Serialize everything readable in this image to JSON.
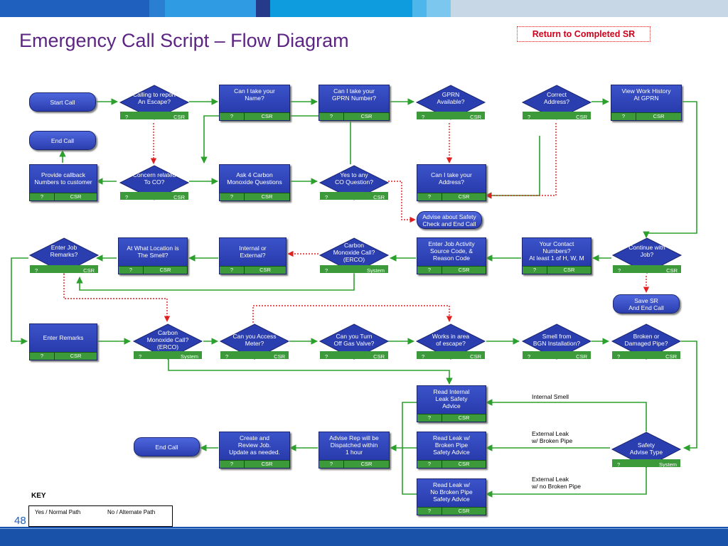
{
  "title": "Emergency Call Script – Flow Diagram",
  "return_button": "Return to Completed SR",
  "key": {
    "title": "KEY",
    "yes_label": "Yes / Normal Path",
    "no_label": "No / Alternate Path"
  },
  "page_number": "48",
  "colors": {
    "title": "#5c2483",
    "box": "#2a3cb0",
    "footer": "#3c9a3a",
    "normal_path": "#2ca02c",
    "alternate_path": "#e02020",
    "bottom_bar": "#1853a9"
  },
  "nodes": {
    "start_call": {
      "label": "Start Call"
    },
    "end_call_1": {
      "label": "End Call"
    },
    "calling_report_escape": {
      "label": "Calling to report\nAn Escape?",
      "q": "?",
      "role": "CSR"
    },
    "take_name": {
      "label": "Can I take your\nName?",
      "q": "?",
      "role": "CSR"
    },
    "take_gprn": {
      "label": "Can I take your\nGPRN Number?",
      "q": "?",
      "role": "CSR"
    },
    "gprn_available": {
      "label": "GPRN\nAvailable?",
      "q": "?",
      "role": "CSR"
    },
    "correct_address": {
      "label": "Correct\nAddress?",
      "q": "?",
      "role": "CSR"
    },
    "view_work_history": {
      "label": "View Work History\nAt  GPRN",
      "q": "?",
      "role": "CSR"
    },
    "provide_callback": {
      "label": "Provide  callback\nNumbers to customer",
      "q": "?",
      "role": "CSR"
    },
    "concern_co": {
      "label": "Concern related\nTo CO?",
      "q": "?",
      "role": "CSR"
    },
    "ask_4_co": {
      "label": "Ask 4 Carbon\nMonoxide Questions",
      "q": "?",
      "role": "CSR"
    },
    "yes_any_co": {
      "label": "Yes to any\nCO Question?",
      "q": "?",
      "role": "CSR"
    },
    "take_address": {
      "label": "Can I take your\nAddress?",
      "q": "?",
      "role": "CSR"
    },
    "advise_safety_check": {
      "label": "Advise about Safety\nCheck and End Call"
    },
    "enter_job_remarks_q": {
      "label": "Enter Job\nRemarks?",
      "q": "?",
      "role": "CSR"
    },
    "location_smell": {
      "label": "At What Location is\nThe Smell?",
      "q": "?",
      "role": "CSR"
    },
    "internal_external": {
      "label": "Internal or\nExternal?",
      "q": "?",
      "role": "CSR"
    },
    "co_call_erco_1": {
      "label": "Carbon\nMonoxide Call?\n(ERCO)",
      "q": "?",
      "role": "System"
    },
    "enter_job_activity": {
      "label": "Enter Job Activity\nSource Code, &\nReason Code",
      "q": "?",
      "role": "CSR"
    },
    "contact_numbers": {
      "label": "Your Contact\nNumbers?\nAt least 1 of H, W, M",
      "q": "?",
      "role": "CSR"
    },
    "continue_with_job": {
      "label": "Continue with\nJob?",
      "q": "?",
      "role": "CSR"
    },
    "save_sr": {
      "label": "Save SR\nAnd End Call"
    },
    "enter_remarks": {
      "label": "Enter Remarks",
      "q": "?",
      "role": "CSR"
    },
    "co_call_erco_2": {
      "label": "Carbon\nMonoxide Call?\n(ERCO)",
      "q": "?",
      "role": "System"
    },
    "access_meter": {
      "label": "Can you Access\nMeter?",
      "q": "?",
      "role": "CSR"
    },
    "turn_off_gas": {
      "label": "Can you Turn\nOff Gas Valve?",
      "q": "?",
      "role": "CSR"
    },
    "works_area_escape": {
      "label": "Works in area\nof escape?",
      "q": "?",
      "role": "CSR"
    },
    "smell_bgn": {
      "label": "Smell from\nBGN Installation?",
      "q": "?",
      "role": "CSR"
    },
    "broken_damaged_pipe": {
      "label": "Broken  or\nDamaged Pipe?",
      "q": "?",
      "role": "CSR"
    },
    "read_internal_leak": {
      "label": "Read Internal\nLeak Safety\nAdvice",
      "q": "?",
      "role": "CSR"
    },
    "read_leak_broken": {
      "label": "Read Leak w/\nBroken Pipe\nSafety Advice",
      "q": "?",
      "role": "CSR"
    },
    "read_leak_no_broken": {
      "label": "Read Leak w/\nNo Broken Pipe\nSafety Advice",
      "q": "?",
      "role": "CSR"
    },
    "safety_advise_type": {
      "label": "Safety\nAdvise Type",
      "q": "?",
      "role": "System"
    },
    "advise_rep": {
      "label": "Advise Rep will be\nDispatched within\n1 hour",
      "q": "?",
      "role": "CSR"
    },
    "create_review_job": {
      "label": "Create and\nReview Job.\nUpdate as needed.",
      "q": "?",
      "role": "CSR"
    },
    "end_call_2": {
      "label": "End Call"
    }
  },
  "notes": {
    "internal_smell": "Internal Smell",
    "external_broken": "External Leak\nw/ Broken Pipe",
    "external_no_broken": "External Leak\nw/ no Broken Pipe"
  }
}
